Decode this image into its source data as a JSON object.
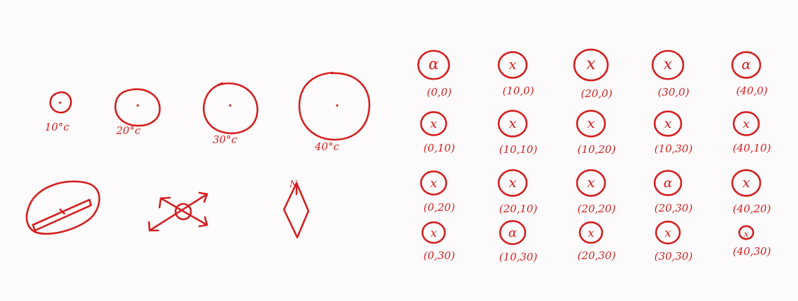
{
  "ink_color": "#d42020",
  "temperature_row": {
    "labels": [
      "10°c",
      "20°c",
      "30°c",
      "40°c"
    ]
  },
  "symbol_row": {
    "icons": [
      "ellipse-with-needle-icon",
      "compass-arrows-icon",
      "diamond-with-n-icon"
    ],
    "north_letter": "N"
  },
  "grid": {
    "marker_letter": "x",
    "rows": [
      [
        {
          "label": "(0,0)",
          "marker": "α"
        },
        {
          "label": "(10,0)",
          "marker": "x"
        },
        {
          "label": "(20,0)",
          "marker": "x"
        },
        {
          "label": "(30,0)",
          "marker": "x"
        },
        {
          "label": "(40,0)",
          "marker": "α"
        }
      ],
      [
        {
          "label": "(0,10)",
          "marker": "x"
        },
        {
          "label": "(10,10)",
          "marker": "x"
        },
        {
          "label": "(10,20)",
          "marker": "x"
        },
        {
          "label": "(10,30)",
          "marker": "x"
        },
        {
          "label": "(40,10)",
          "marker": "x"
        }
      ],
      [
        {
          "label": "(0,20)",
          "marker": "x"
        },
        {
          "label": "(20,10)",
          "marker": "x"
        },
        {
          "label": "(20,20)",
          "marker": "x"
        },
        {
          "label": "(20,30)",
          "marker": "α"
        },
        {
          "label": "(40,20)",
          "marker": "x"
        }
      ],
      [
        {
          "label": "(0,30)",
          "marker": "x"
        },
        {
          "label": "(10,30)",
          "marker": "α"
        },
        {
          "label": "(20,30)",
          "marker": "x"
        },
        {
          "label": "(30,30)",
          "marker": "x"
        },
        {
          "label": "(40,30)",
          "marker": "x"
        }
      ]
    ]
  }
}
